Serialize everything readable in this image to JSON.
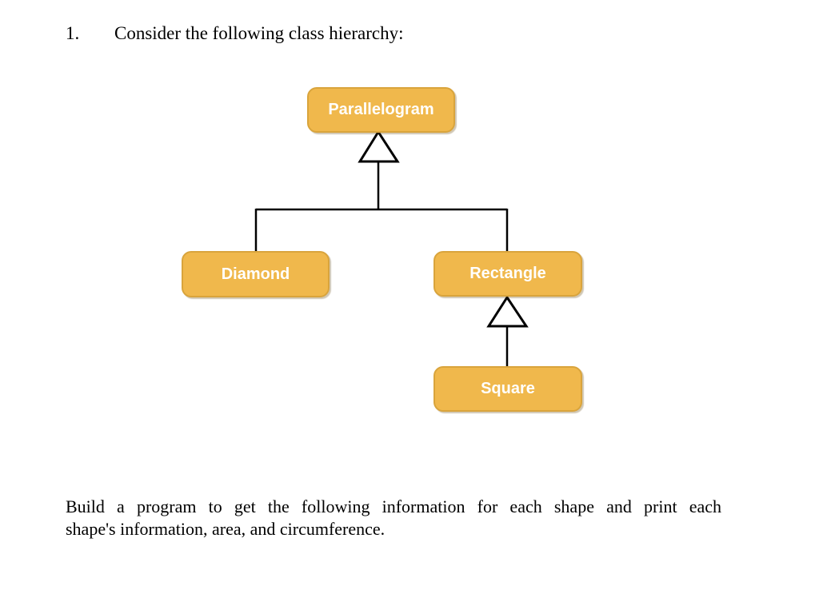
{
  "heading": {
    "number": "1.",
    "text": "Consider the following class hierarchy:"
  },
  "diagram": {
    "nodes": [
      {
        "id": "parallelogram",
        "label": "Parallelogram"
      },
      {
        "id": "diamond",
        "label": "Diamond"
      },
      {
        "id": "rectangle",
        "label": "Rectangle"
      },
      {
        "id": "square",
        "label": "Square"
      }
    ],
    "relations": [
      {
        "child": "Diamond",
        "parent": "Parallelogram",
        "type": "inheritance"
      },
      {
        "child": "Rectangle",
        "parent": "Parallelogram",
        "type": "inheritance"
      },
      {
        "child": "Square",
        "parent": "Rectangle",
        "type": "inheritance"
      }
    ],
    "colors": {
      "node_fill": "#F0B84C",
      "node_border": "#D9A43C",
      "node_text": "#FFFFFF",
      "connector": "#000000",
      "arrow_fill": "#FFFFFF"
    }
  },
  "paragraph": {
    "line1": "Build a program to get the following information for each shape and print each",
    "line2": "shape's information, area, and circumference."
  }
}
